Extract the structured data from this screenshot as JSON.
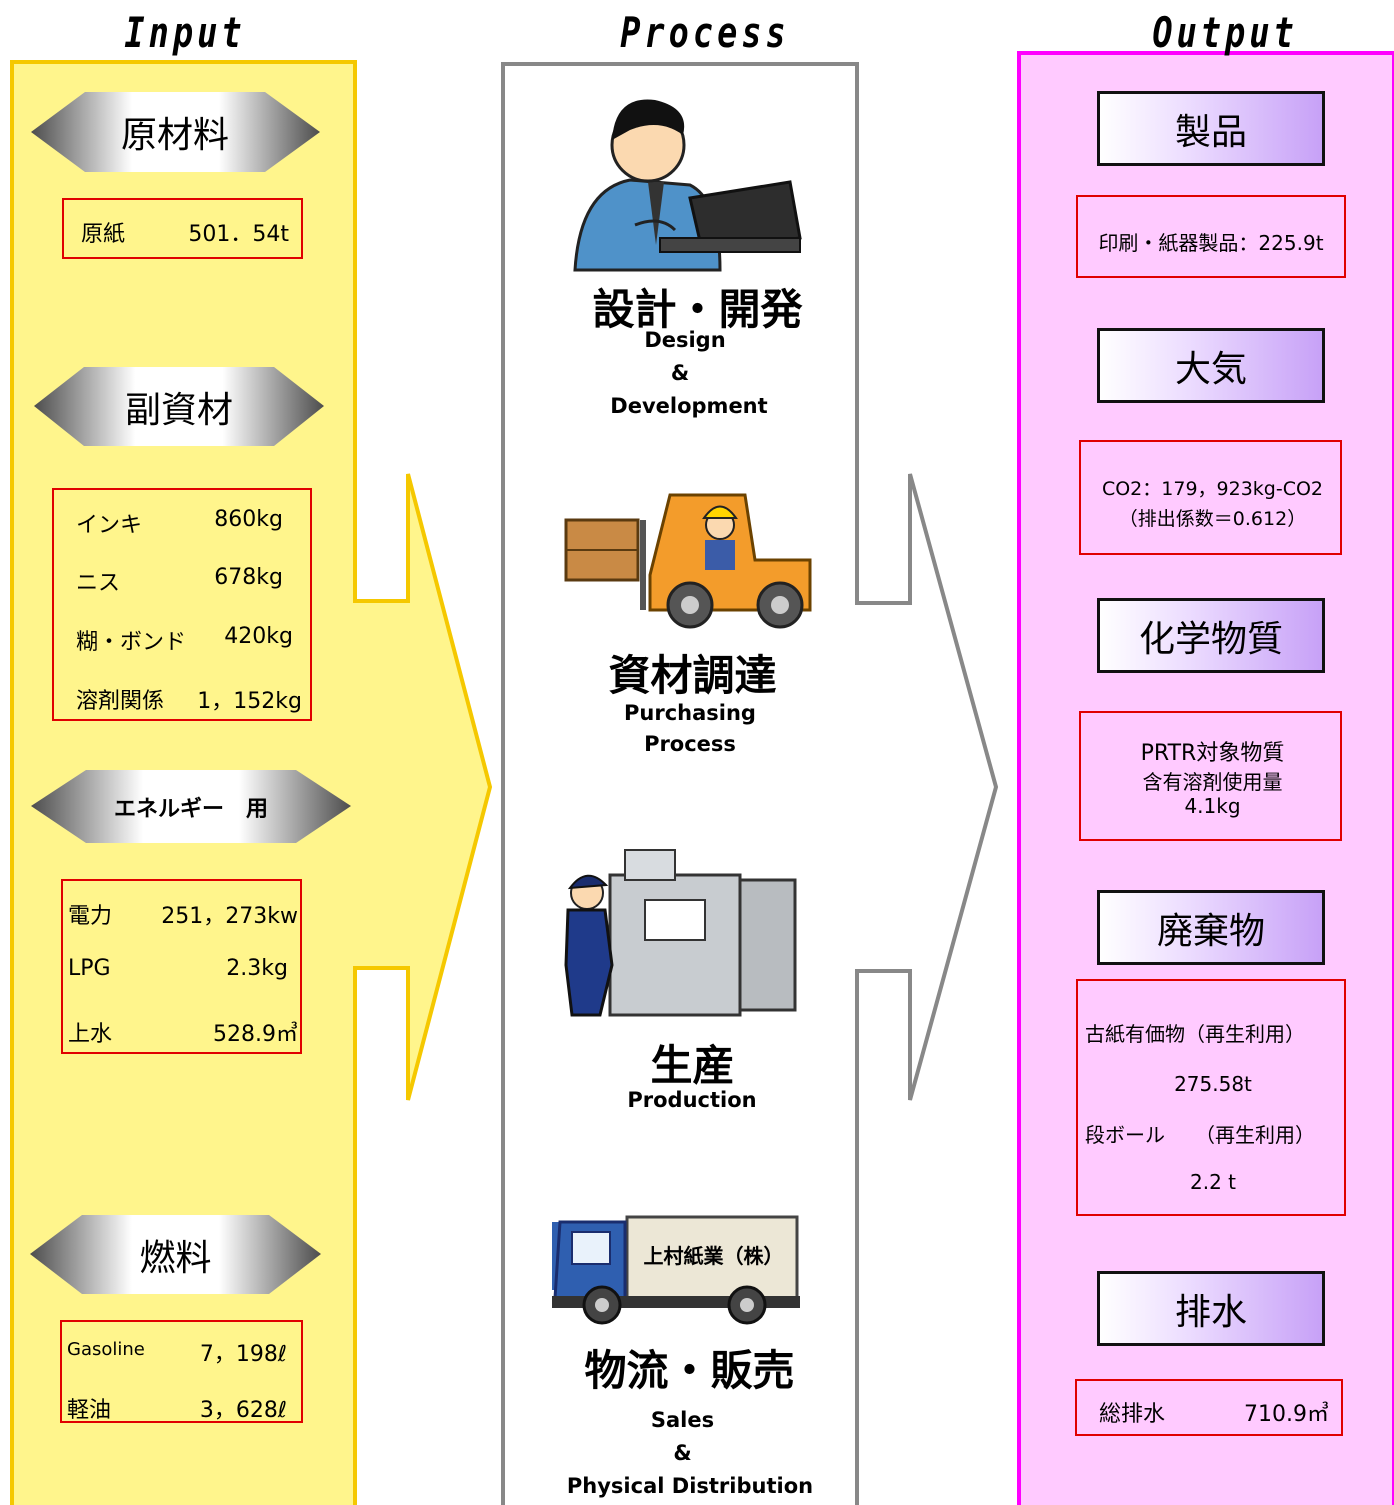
{
  "headings": {
    "input": "Input",
    "process": "Process",
    "output": "Output"
  },
  "input": {
    "raw_materials": {
      "label": "原材料",
      "rows": [
        {
          "name": "原紙",
          "value": "501．54t"
        }
      ]
    },
    "sub_materials": {
      "label": "副資材",
      "rows": [
        {
          "name": "インキ",
          "value": "860kg"
        },
        {
          "name": "ニス",
          "value": "678kg"
        },
        {
          "name": "糊・ボンド",
          "value": "420kg"
        },
        {
          "name": "溶剤関係",
          "value": "1，152kg"
        }
      ]
    },
    "energy": {
      "label": "エネルギー　用",
      "rows": [
        {
          "name": "電力",
          "value": "251，273kw"
        },
        {
          "name": "LPG",
          "value": "2.3kg"
        },
        {
          "name": "上水",
          "value": "528.9㎥"
        }
      ]
    },
    "fuel": {
      "label": "燃料",
      "rows": [
        {
          "name": "Gasoline",
          "value": "7，198ℓ"
        },
        {
          "name": "軽油",
          "value": "3，628ℓ"
        }
      ]
    }
  },
  "process": {
    "steps": [
      {
        "title": "設計・開発",
        "sub": [
          "Design",
          "&",
          "Development"
        ]
      },
      {
        "title": "資材調達",
        "sub": [
          "Purchasing",
          "Process"
        ]
      },
      {
        "title": "生産",
        "sub": [
          "Production"
        ]
      },
      {
        "title": "物流・販売",
        "sub": [
          "Sales",
          "&",
          "Physical Distribution"
        ],
        "truck_sign": "上村紙業（株）"
      }
    ]
  },
  "output": {
    "products": {
      "label": "製品",
      "text": "印刷・紙器製品：225.9t"
    },
    "air": {
      "label": "大気",
      "line1": "CO2：179，923kg-CO2",
      "line2": "（排出係数＝0.612）"
    },
    "chemicals": {
      "label": "化学物質",
      "line1": "PRTR対象物質",
      "line2": "含有溶剤使用量",
      "line3": "4.1kg"
    },
    "waste": {
      "label": "廃棄物",
      "line1": "古紙有価物（再生利用）",
      "line2": "275.58t",
      "line3": "段ボール　　（再生利用）",
      "line4": "2.2 t"
    },
    "wastewater": {
      "label": "排水",
      "name": "総排水",
      "value": "710.9㎥"
    }
  },
  "colors": {
    "input_bg": "#fff58c",
    "input_border": "#f5c800",
    "process_border": "#888888",
    "output_bg": "#ffcaff",
    "output_border": "#ff00ff",
    "red_box": "#e00000"
  }
}
